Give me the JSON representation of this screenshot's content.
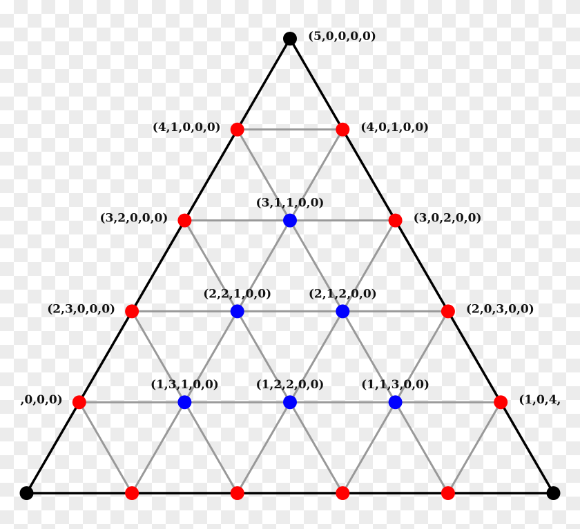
{
  "diagram": {
    "colors": {
      "corner": "#000000",
      "edge": "#ff0000",
      "interior": "#0000ff",
      "grid_line": "#999999",
      "outline": "#000000"
    },
    "rows": 5,
    "nodes": [
      {
        "row": 0,
        "col": 0,
        "role": "corner",
        "label": "(5,0,0,0,0)",
        "anchor": "right"
      },
      {
        "row": 1,
        "col": 0,
        "role": "edge",
        "label": "(4,1,0,0,0)",
        "anchor": "left"
      },
      {
        "row": 1,
        "col": 1,
        "role": "edge",
        "label": "(4,0,1,0,0)",
        "anchor": "right"
      },
      {
        "row": 2,
        "col": 0,
        "role": "edge",
        "label": "(3,2,0,0,0)",
        "anchor": "left"
      },
      {
        "row": 2,
        "col": 1,
        "role": "interior",
        "label": "(3,1,1,0,0)",
        "anchor": "above"
      },
      {
        "row": 2,
        "col": 2,
        "role": "edge",
        "label": "(3,0,2,0,0)",
        "anchor": "right"
      },
      {
        "row": 3,
        "col": 0,
        "role": "edge",
        "label": "(2,3,0,0,0)",
        "anchor": "left"
      },
      {
        "row": 3,
        "col": 1,
        "role": "interior",
        "label": "(2,2,1,0,0)",
        "anchor": "above"
      },
      {
        "row": 3,
        "col": 2,
        "role": "interior",
        "label": "(2,1,2,0,0)",
        "anchor": "above"
      },
      {
        "row": 3,
        "col": 3,
        "role": "edge",
        "label": "(2,0,3,0,0)",
        "anchor": "right"
      },
      {
        "row": 4,
        "col": 0,
        "role": "edge",
        "label": ",0,0,0)",
        "anchor": "left"
      },
      {
        "row": 4,
        "col": 1,
        "role": "interior",
        "label": "(1,3,1,0,0)",
        "anchor": "above"
      },
      {
        "row": 4,
        "col": 2,
        "role": "interior",
        "label": "(1,2,2,0,0)",
        "anchor": "above"
      },
      {
        "row": 4,
        "col": 3,
        "role": "interior",
        "label": "(1,1,3,0,0)",
        "anchor": "above"
      },
      {
        "row": 4,
        "col": 4,
        "role": "edge",
        "label": "(1,0,4,",
        "anchor": "right"
      },
      {
        "row": 5,
        "col": 0,
        "role": "corner",
        "label": "",
        "anchor": "none"
      },
      {
        "row": 5,
        "col": 1,
        "role": "edge",
        "label": "",
        "anchor": "none"
      },
      {
        "row": 5,
        "col": 2,
        "role": "edge",
        "label": "",
        "anchor": "none"
      },
      {
        "row": 5,
        "col": 3,
        "role": "edge",
        "label": "",
        "anchor": "none"
      },
      {
        "row": 5,
        "col": 4,
        "role": "edge",
        "label": "",
        "anchor": "none"
      },
      {
        "row": 5,
        "col": 5,
        "role": "corner",
        "label": "",
        "anchor": "none"
      }
    ]
  }
}
